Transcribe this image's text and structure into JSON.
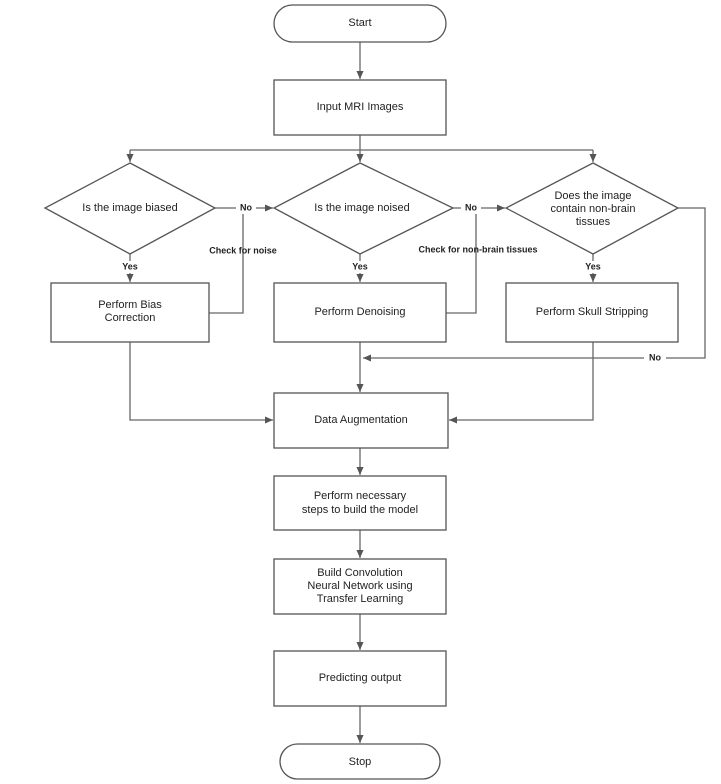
{
  "nodes": {
    "start": {
      "label": "Start"
    },
    "input": {
      "label": "Input MRI Images"
    },
    "q_bias": {
      "label": "Is the image biased"
    },
    "q_noise": {
      "label": "Is the image noised"
    },
    "q_brain": {
      "lines": [
        "Does the image",
        "contain non-brain",
        "tissues"
      ]
    },
    "bias_corr": {
      "lines": [
        "Perform Bias",
        "Correction"
      ]
    },
    "denoise": {
      "label": "Perform Denoising"
    },
    "skull": {
      "label": "Perform Skull Stripping"
    },
    "augment": {
      "label": "Data Augmentation"
    },
    "steps": {
      "lines": [
        "Perform necessary",
        "steps to build the model"
      ]
    },
    "cnn": {
      "lines": [
        "Build Convolution",
        "Neural Network using",
        "Transfer Learning"
      ]
    },
    "predict": {
      "label": "Predicting output"
    },
    "stop": {
      "label": "Stop"
    }
  },
  "edge_labels": {
    "bias_no": "No",
    "bias_yes": "Yes",
    "check_noise": "Check for noise",
    "noise_no": "No",
    "noise_yes": "Yes",
    "check_brain": "Check for non-brain tissues",
    "brain_yes": "Yes",
    "brain_no": "No"
  },
  "colors": {
    "stroke": "#555555",
    "edge": "#666666",
    "text": "#222222",
    "background": "#ffffff"
  }
}
